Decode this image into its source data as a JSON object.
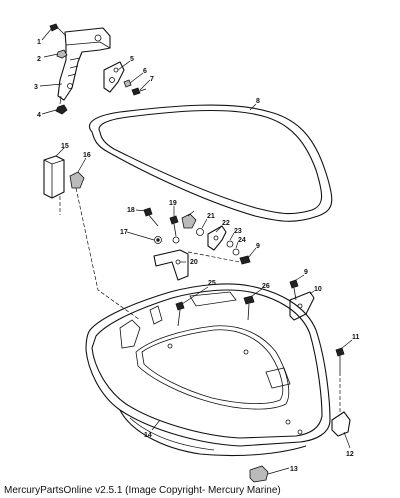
{
  "footer": {
    "copyright": "MercuryPartsOnline v2.5.1 (Image Copyright- Mercury Marine)"
  },
  "callouts": [
    "1",
    "2",
    "3",
    "4",
    "5",
    "6",
    "7",
    "8",
    "9",
    "9",
    "10",
    "11",
    "12",
    "13",
    "14",
    "15",
    "16",
    "17",
    "18",
    "19",
    "20",
    "21",
    "22",
    "23",
    "24",
    "25",
    "26"
  ]
}
